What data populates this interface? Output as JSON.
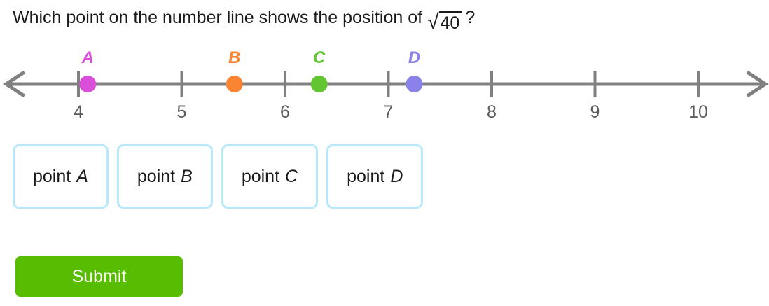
{
  "question": {
    "text_before": "Which point on the number line shows the position of",
    "radical_symbol": "√",
    "radicand": "40",
    "text_after": "?"
  },
  "number_line": {
    "axis_color": "#808080",
    "tick_label_color": "#5b5b5b",
    "left_arrow_icon": "left-arrow-icon",
    "right_arrow_icon": "right-arrow-icon",
    "ticks": [
      {
        "label": "4",
        "value": 4
      },
      {
        "label": "5",
        "value": 5
      },
      {
        "label": "6",
        "value": 6
      },
      {
        "label": "7",
        "value": 7
      },
      {
        "label": "8",
        "value": 8
      },
      {
        "label": "9",
        "value": 9
      },
      {
        "label": "10",
        "value": 10
      }
    ],
    "points": [
      {
        "label": "A",
        "value": 4.09,
        "color": "#da4fd9"
      },
      {
        "label": "B",
        "value": 5.51,
        "color": "#fb8432"
      },
      {
        "label": "C",
        "value": 6.33,
        "color": "#63c531"
      },
      {
        "label": "D",
        "value": 7.25,
        "color": "#8a82e8"
      }
    ],
    "axis_min": 3.3,
    "axis_max": 10.65
  },
  "choices": [
    {
      "prefix": "point",
      "letter": "A",
      "name": "choice-point-a"
    },
    {
      "prefix": "point",
      "letter": "B",
      "name": "choice-point-b"
    },
    {
      "prefix": "point",
      "letter": "C",
      "name": "choice-point-c"
    },
    {
      "prefix": "point",
      "letter": "D",
      "name": "choice-point-d"
    }
  ],
  "submit": {
    "label": "Submit",
    "color": "#58bc00",
    "text_color": "#ffffff"
  }
}
